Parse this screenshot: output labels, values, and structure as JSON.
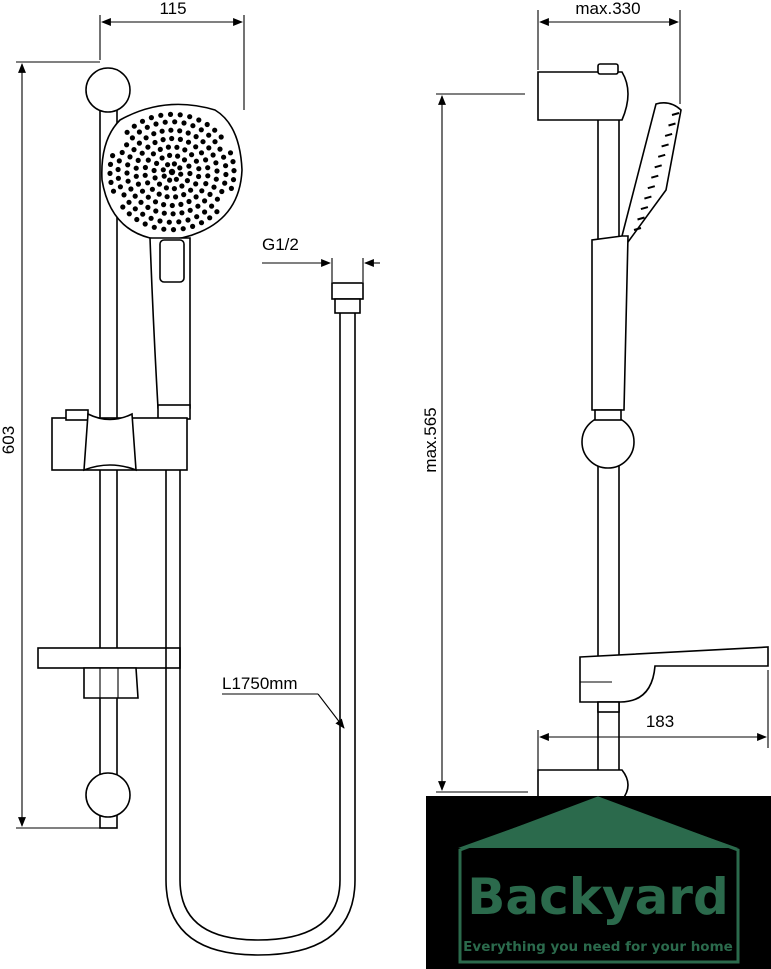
{
  "dimensions": {
    "front_width": "115",
    "front_height": "603",
    "side_max_width": "max.330",
    "side_max_height": "max.565",
    "thread": "G1/2",
    "hose_length": "L1750mm",
    "shelf_depth": "183"
  },
  "logo": {
    "word": "Backyard",
    "tagline": "Everything you need for your home"
  },
  "colors": {
    "line": "#000000",
    "logo_background": "#000000",
    "logo_green": "#2b6a4c"
  }
}
